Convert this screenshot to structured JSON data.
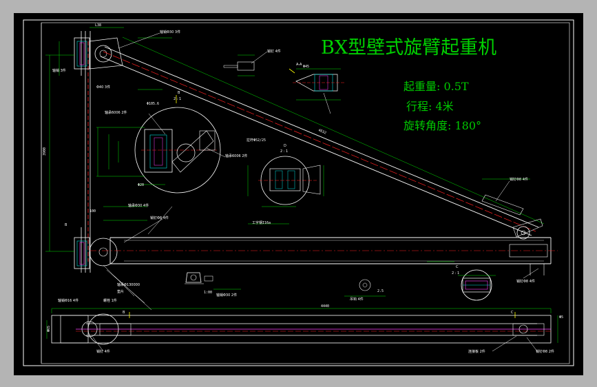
{
  "drawing": {
    "title": "BX型壁式旋臂起重机",
    "specs": [
      "起重量: 0.5T",
      "行程: 4米",
      "旋转角度: 180°"
    ],
    "view_labels": {
      "b_letter": "B",
      "b_scale": "2 : 1",
      "a_letter": "A-A",
      "d_letter": "D",
      "d_scale": "2 : 1",
      "c_letter": "C",
      "c_scale": "2 : 1",
      "side_b": "B",
      "plan_b": "B",
      "plan_c": "C"
    },
    "dimensions": {
      "top_width": "L38",
      "left_height": "3900",
      "diag_length": "4632",
      "beam_length": "4440",
      "tie_rod": "拉杆Φ52/25",
      "beam_name": "工字钢I16a",
      "plan_width": "Φ65",
      "c_plate": "2.5",
      "d_width": "100",
      "left_d": "Φ105.6",
      "b_dia": "Φ20",
      "a_dia": "Φ45",
      "bottom_stub": "1:00",
      "plan_small": "Φ5"
    },
    "callouts": {
      "top_a": "轴销Φ30 3件",
      "top_b": "销钉 4件",
      "top_c": "Φ40 3件",
      "right_a": "销钉Φ8 4件",
      "mid_a": "轴承6006 2件",
      "mid_b": "轴承6006 2件",
      "bot_a": "轴承Φ30 4件",
      "bot_b": "销钉Φ8 4件",
      "bot_c": "轴承Φ130000",
      "bot_d": "垫片",
      "bot_e": "螺栓 1件",
      "bot_f": "轴销Φ16 4件",
      "right_b": "销钉Φ8 4件",
      "plan_a": "销钉 4件",
      "plan_b": "连接板 2件",
      "plan_c": "销钉Φ8 2件",
      "plan_d": "轴销Φ30 2件",
      "hang": "吊钩 4件",
      "side_note": "轴销 3件"
    }
  },
  "colors": {
    "frame": "#000000",
    "green": "#00e000",
    "white": "#ffffff",
    "red": "#ff2020",
    "magenta": "#ff40ff",
    "yellow": "#ffff00",
    "cyan": "#00e0e0",
    "title": "#00d000",
    "spec": "#00c800"
  }
}
